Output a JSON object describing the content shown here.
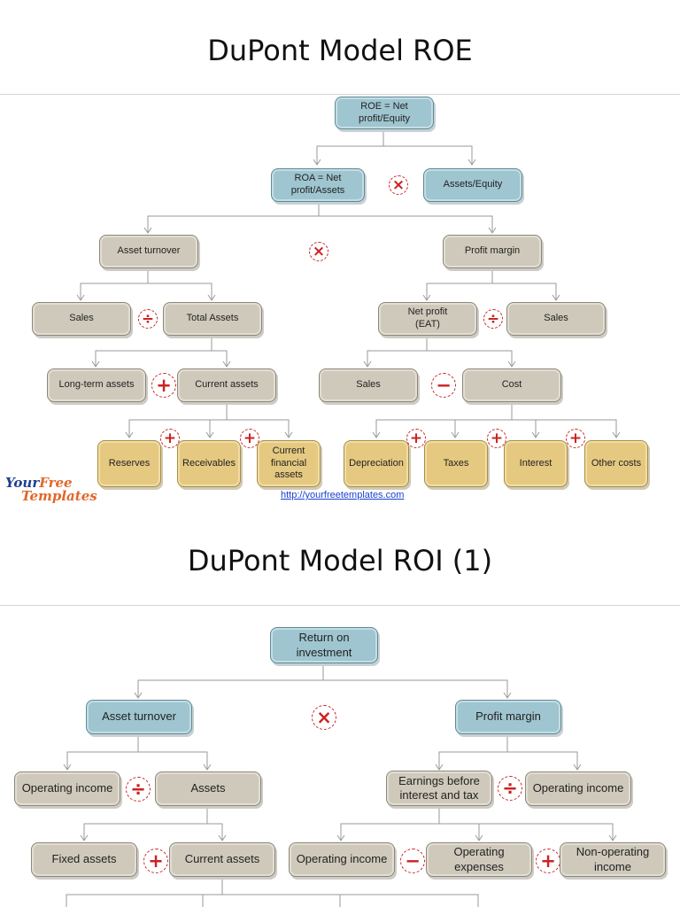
{
  "roe": {
    "title": "DuPont Model ROE",
    "boxes": {
      "roe": "ROE = Net profit/Equity",
      "roa": "ROA = Net profit/Assets",
      "assets_equity": "Assets/Equity",
      "asset_turnover": "Asset turnover",
      "profit_margin": "Profit margin",
      "sales_left": "Sales",
      "total_assets": "Total Assets",
      "net_profit": "Net profit (EAT)",
      "sales_right": "Sales",
      "long_term_assets": "Long-term assets",
      "current_assets": "Current assets",
      "sales_mid": "Sales",
      "cost": "Cost",
      "reserves": "Reserves",
      "receivables": "Receivables",
      "current_financial_assets": "Current financial assets",
      "depreciation": "Depreciation",
      "taxes": "Taxes",
      "interest": "Interest",
      "other_costs": "Other costs"
    },
    "ops": {
      "times": "×",
      "divide": "÷",
      "plus": "+",
      "minus": "−"
    },
    "logo_line1_a": "Your",
    "logo_line1_b": "Free",
    "logo_line2": "Templates",
    "link": "http://yourfreetemplates.com"
  },
  "roi": {
    "title": "DuPont Model ROI (1)",
    "boxes": {
      "roi": "Return on investment",
      "asset_turnover": "Asset turnover",
      "profit_margin": "Profit margin",
      "operating_income_left": "Operating income",
      "assets": "Assets",
      "ebit": "Earnings before interest and tax",
      "operating_income_right": "Operating income",
      "fixed_assets": "Fixed assets",
      "current_assets": "Current assets",
      "operating_income_mid": "Operating income",
      "operating_expenses": "Operating expenses",
      "non_operating_income": "Non-operating income"
    }
  },
  "colors": {
    "blue_box": "#9fc5d0",
    "gray_box": "#cec9bb",
    "gold_box": "#e5c981",
    "operator": "#cc2222"
  }
}
